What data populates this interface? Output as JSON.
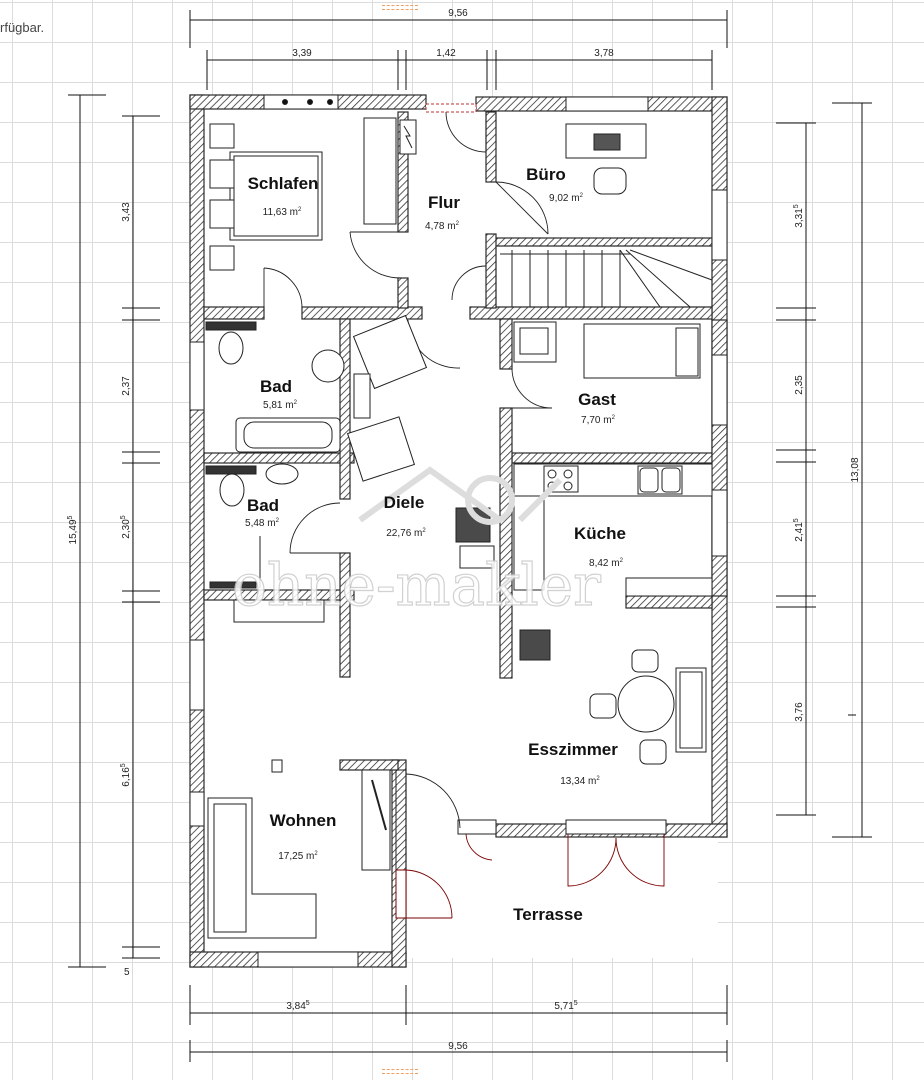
{
  "note_text": "rfügbar.",
  "watermark": "ohne-makler",
  "rooms": {
    "schlafen": {
      "name": "Schlafen",
      "area": "11,63 m",
      "sup": "2"
    },
    "flur": {
      "name": "Flur",
      "area": "4,78 m",
      "sup": "2"
    },
    "buero": {
      "name": "Büro",
      "area": "9,02 m",
      "sup": "2"
    },
    "bad1": {
      "name": "Bad",
      "area": "5,81 m",
      "sup": "2"
    },
    "gast": {
      "name": "Gast",
      "area": "7,70 m",
      "sup": "2"
    },
    "bad2": {
      "name": "Bad",
      "area": "5,48 m",
      "sup": "2"
    },
    "diele": {
      "name": "Diele",
      "area": "22,76 m",
      "sup": "2"
    },
    "kueche": {
      "name": "Küche",
      "area": "8,42 m",
      "sup": "2"
    },
    "esszimmer": {
      "name": "Esszimmer",
      "area": "13,34 m",
      "sup": "2"
    },
    "wohnen": {
      "name": "Wohnen",
      "area": "17,25 m",
      "sup": "2"
    },
    "terrasse": {
      "name": "Terrasse"
    }
  },
  "dimensions": {
    "top_total": "9,56",
    "top_1": "3,39",
    "top_2": "1,42",
    "top_3": "3,78",
    "bottom_1": "3,84",
    "bottom_1_sup": "5",
    "bottom_2": "5,71",
    "bottom_2_sup": "5",
    "bottom_total": "9,56",
    "left_total": "15,49",
    "left_total_sup": "5",
    "left_1": "3,43",
    "left_2": "2,37",
    "left_3": "2,30",
    "left_3_sup": "5",
    "left_4": "6,16",
    "left_4_sup": "5",
    "left_5": "5",
    "right_total": "13,08",
    "right_1": "3,31",
    "right_1_sup": "5",
    "right_2": "2,35",
    "right_3": "2,41",
    "right_3_sup": "5",
    "right_4": "3,76"
  },
  "colors": {
    "wall": "#2a2a2a",
    "wall_hatch": "#333333",
    "furniture_fill": "#4a4a4a",
    "grid": "#dcdcdc",
    "handle": "#f0a060",
    "window_frame": "#222222",
    "door_red": "#7a0000"
  }
}
